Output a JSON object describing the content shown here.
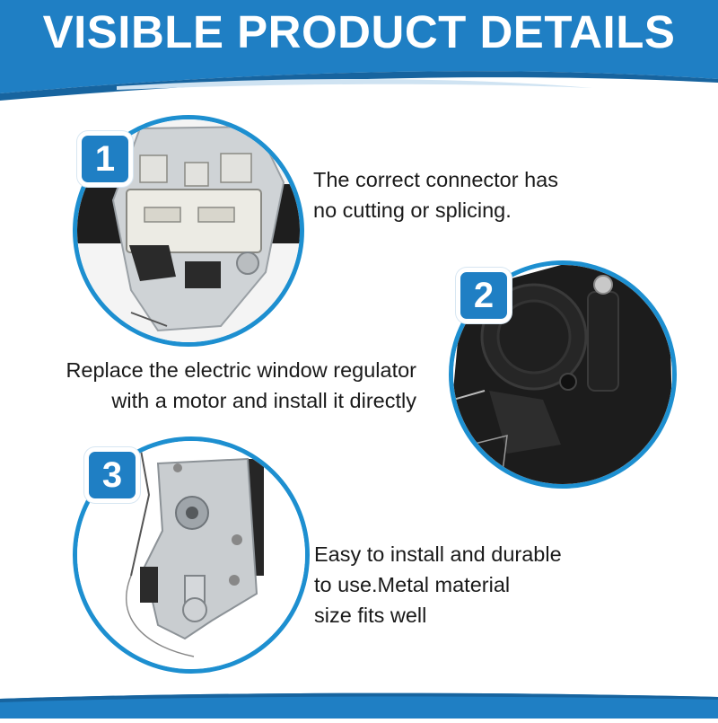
{
  "header": {
    "title": "VISIBLE PRODUCT DETAILS",
    "band_color": "#1f7fc4",
    "band_dark_color": "#17649f"
  },
  "features": [
    {
      "number": "1",
      "lines": [
        "The correct connector has",
        "no cutting or splicing."
      ],
      "image": "connector-icon"
    },
    {
      "number": "2",
      "lines": [
        "Replace the electric window regulator",
        "with a motor and install it directly"
      ],
      "image": "motor-icon"
    },
    {
      "number": "3",
      "lines": [
        "Easy to install and durable",
        "to use.Metal material",
        "size fits well"
      ],
      "image": "metal-bracket-icon"
    }
  ],
  "colors": {
    "accent": "#1d8fd0",
    "badge": "#1f7fc4",
    "text": "#1a1a1a"
  }
}
